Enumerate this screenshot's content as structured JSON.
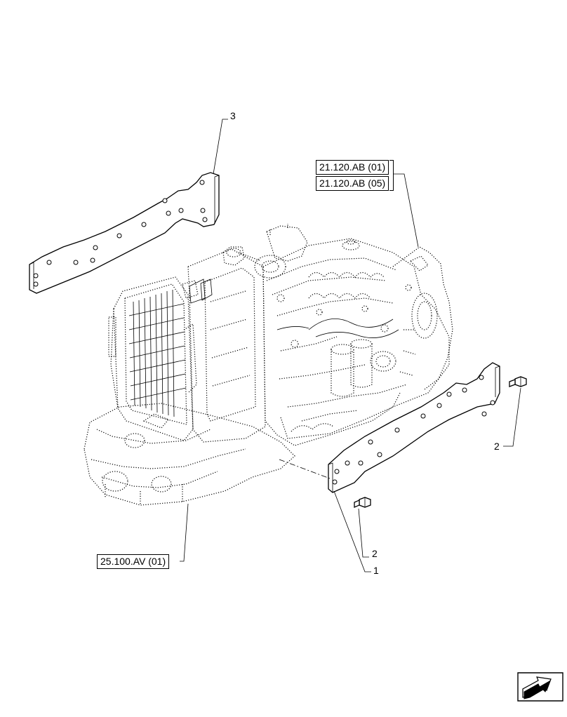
{
  "references": {
    "ref_a": "21.120.AB (01)",
    "ref_b": "21.120.AB (05)",
    "ref_c": "25.100.AV (01)"
  },
  "callouts": {
    "part_1": "1",
    "part_2_right": "2",
    "part_2_lower": "2",
    "part_3": "3"
  },
  "icons": {
    "navigation": "arrow-icon"
  }
}
